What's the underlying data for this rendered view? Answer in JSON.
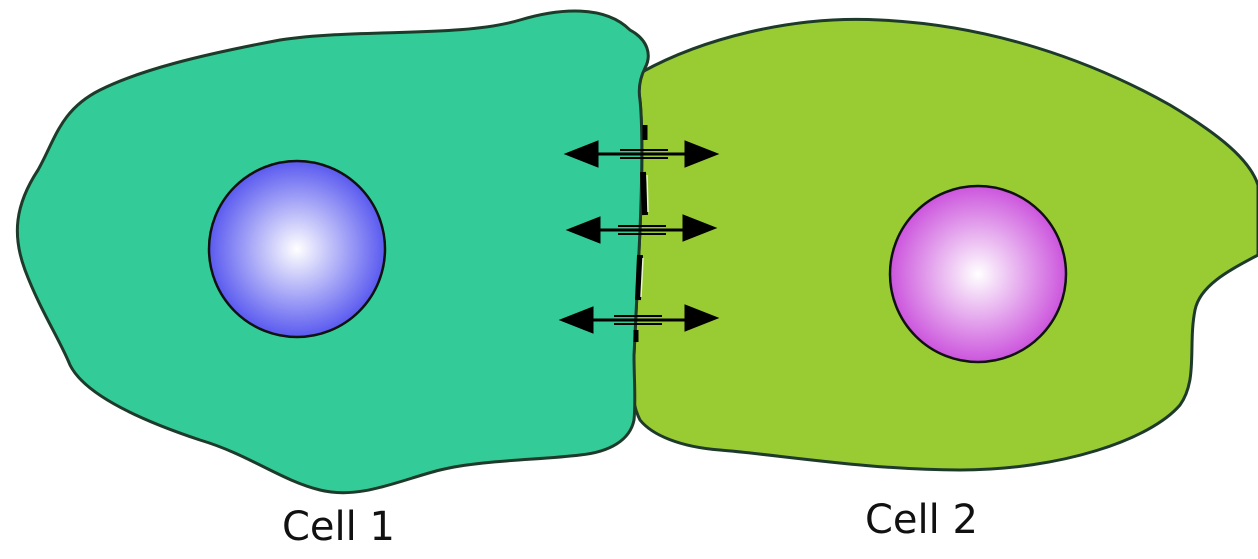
{
  "cells": [
    {
      "label": "Cell 1",
      "fill": "#33CC99",
      "nucleus_color": "#5A5AF0"
    },
    {
      "label": "Cell 2",
      "fill": "#99CC33",
      "nucleus_color": "#CC55DD"
    }
  ],
  "outline_color": "#1E3A2A",
  "arrow_color": "#000000",
  "junction_channels": 3
}
